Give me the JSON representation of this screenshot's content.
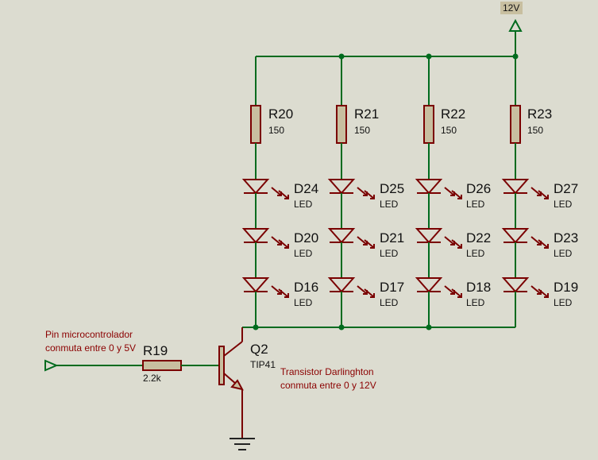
{
  "power": {
    "label": "12V"
  },
  "resistors": [
    {
      "ref": "R20",
      "value": "150"
    },
    {
      "ref": "R21",
      "value": "150"
    },
    {
      "ref": "R22",
      "value": "150"
    },
    {
      "ref": "R23",
      "value": "150"
    }
  ],
  "leds": [
    [
      {
        "ref": "D24",
        "value": "LED"
      },
      {
        "ref": "D20",
        "value": "LED"
      },
      {
        "ref": "D16",
        "value": "LED"
      }
    ],
    [
      {
        "ref": "D25",
        "value": "LED"
      },
      {
        "ref": "D21",
        "value": "LED"
      },
      {
        "ref": "D17",
        "value": "LED"
      }
    ],
    [
      {
        "ref": "D26",
        "value": "LED"
      },
      {
        "ref": "D22",
        "value": "LED"
      },
      {
        "ref": "D18",
        "value": "LED"
      }
    ],
    [
      {
        "ref": "D27",
        "value": "LED"
      },
      {
        "ref": "D23",
        "value": "LED"
      },
      {
        "ref": "D19",
        "value": "LED"
      }
    ]
  ],
  "base_resistor": {
    "ref": "R19",
    "value": "2.2k"
  },
  "transistor": {
    "ref": "Q2",
    "value": "TIP41"
  },
  "notes": {
    "input_line1": "Pin microcontrolador",
    "input_line2": "conmuta entre 0 y 5V",
    "transistor_line1": "Transistor Darlinghton",
    "transistor_line2": "conmuta entre 0 y 12V"
  }
}
